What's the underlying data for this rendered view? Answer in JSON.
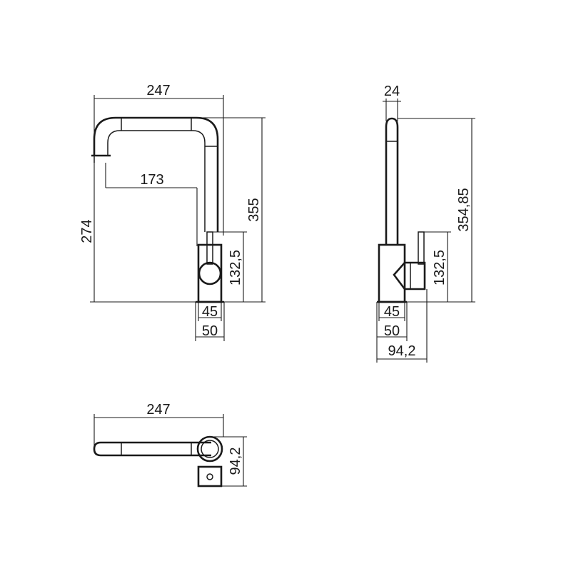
{
  "front_view": {
    "width": "247",
    "reach": "173",
    "total_height": "355",
    "spout_height": "274",
    "handle_height": "132,5",
    "body_dia": "45",
    "base_dia": "50"
  },
  "side_view": {
    "spout_dia": "24",
    "total_height": "354,85",
    "handle_height": "132,5",
    "body_dia": "45",
    "base_dia": "50",
    "depth": "94,2"
  },
  "top_view": {
    "width": "247",
    "depth": "94,2"
  }
}
